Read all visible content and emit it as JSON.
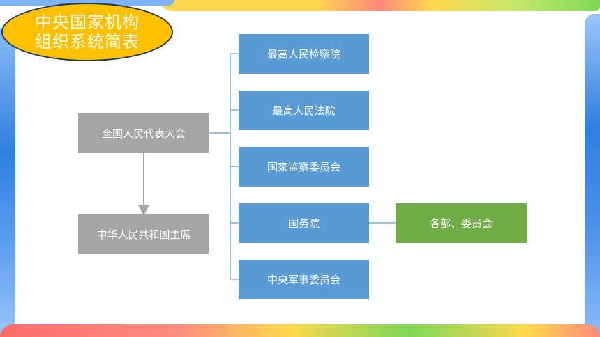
{
  "title": {
    "line1": "中央国家机构",
    "line2": "组织系统简表"
  },
  "left_nodes": {
    "congress": "全国人民代表大会",
    "president": "中华人民共和国主席"
  },
  "branch_nodes": [
    "最高人民检察院",
    "最高人民法院",
    "国家监察委员会",
    "国务院",
    "中央军事委员会"
  ],
  "sub_node": "各部、委员会",
  "colors": {
    "title_fill": "#ffc000",
    "title_border": "#1f3864",
    "left_box": "#a5a5a5",
    "branch_box": "#5b9bd5",
    "sub_box": "#70ad47",
    "connector": "#5b9bd5",
    "arrow": "#a5a5a5"
  }
}
